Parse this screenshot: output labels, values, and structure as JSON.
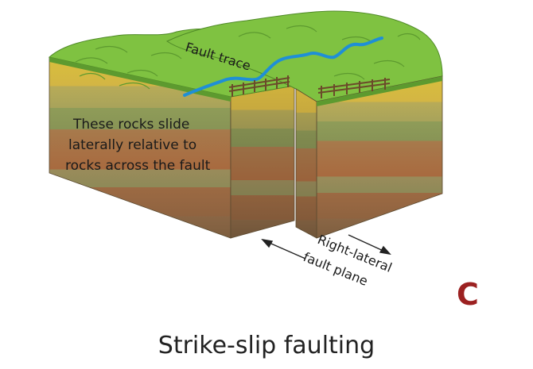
{
  "labels": {
    "fault_trace": "Fault trace",
    "rocks_line1": "These rocks slide",
    "rocks_line2": "laterally relative to",
    "rocks_line3": "rocks across the fault",
    "plane_line1": "Right-lateral",
    "plane_line2": "fault plane",
    "panel_letter": "C"
  },
  "caption": "Strike-slip faulting",
  "colors": {
    "grass": "#7fc241",
    "grass_dark": "#5d9a2f",
    "stream": "#1f8fd6",
    "letter": "#9c2121",
    "fence": "#6b4a2a",
    "outline": "#333333"
  }
}
